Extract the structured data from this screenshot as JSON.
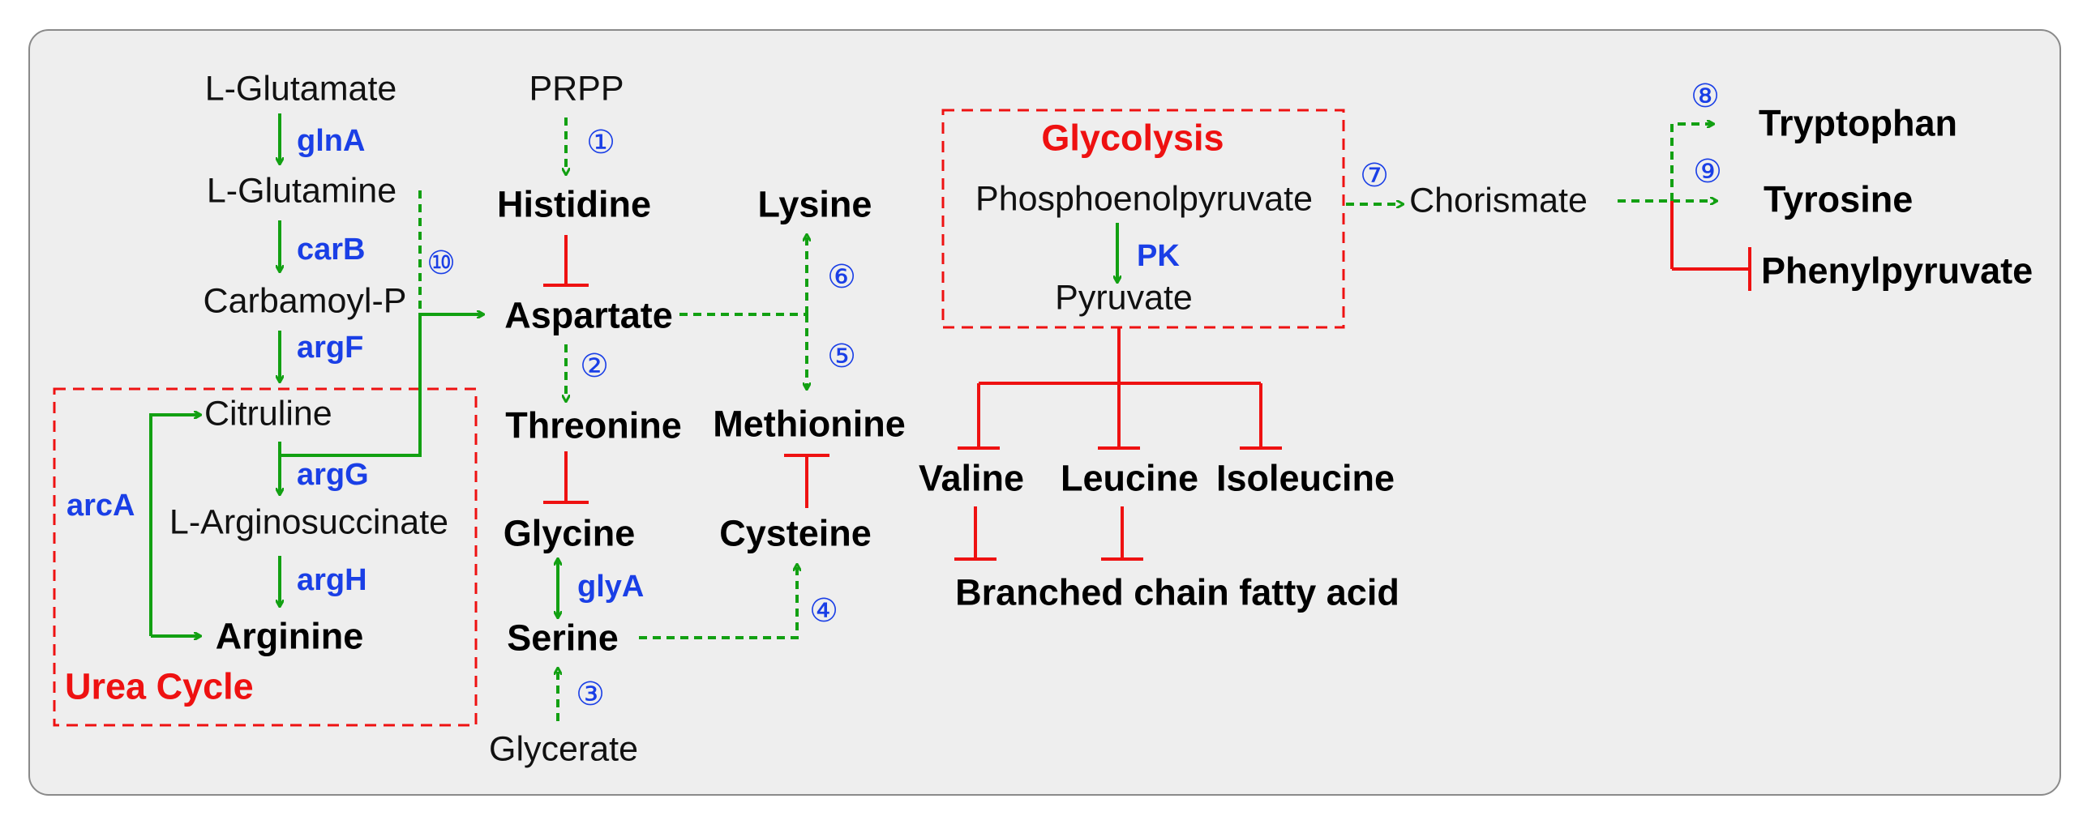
{
  "colors": {
    "panel": "#eeeeee",
    "panel_border": "#8a8a8a",
    "green": "#12a012",
    "red": "#ee1111",
    "blue": "#1a3fe6",
    "black": "#000000"
  },
  "metabolites": {
    "l_glutamate": "L-Glutamate",
    "l_glutamine": "L-Glutamine",
    "carbamoyl_p": "Carbamoyl-P",
    "citruline": "Citruline",
    "l_arginosuccinate": "L-Arginosuccinate",
    "arginine": "Arginine",
    "prpp": "PRPP",
    "histidine": "Histidine",
    "aspartate": "Aspartate",
    "threonine": "Threonine",
    "glycine": "Glycine",
    "serine": "Serine",
    "glycerate": "Glycerate",
    "lysine": "Lysine",
    "methionine": "Methionine",
    "cysteine": "Cysteine",
    "phosphoenolpyruvate": "Phosphoenolpyruvate",
    "pyruvate": "Pyruvate",
    "chorismate": "Chorismate",
    "tryptophan": "Tryptophan",
    "tyrosine": "Tyrosine",
    "phenylpyruvate": "Phenylpyruvate",
    "valine": "Valine",
    "leucine": "Leucine",
    "isoleucine": "Isoleucine",
    "bcfa": "Branched chain fatty acid"
  },
  "enzymes": {
    "glnA": "glnA",
    "carB": "carB",
    "argF": "argF",
    "argG": "argG",
    "argH": "argH",
    "arcA": "arcA",
    "glyA": "glyA",
    "pk": "PK"
  },
  "boxes": {
    "urea_cycle": "Urea Cycle",
    "glycolysis": "Glycolysis"
  },
  "step_numbers": [
    "①",
    "②",
    "③",
    "④",
    "⑤",
    "⑥",
    "⑦",
    "⑧",
    "⑨",
    "⑩"
  ]
}
